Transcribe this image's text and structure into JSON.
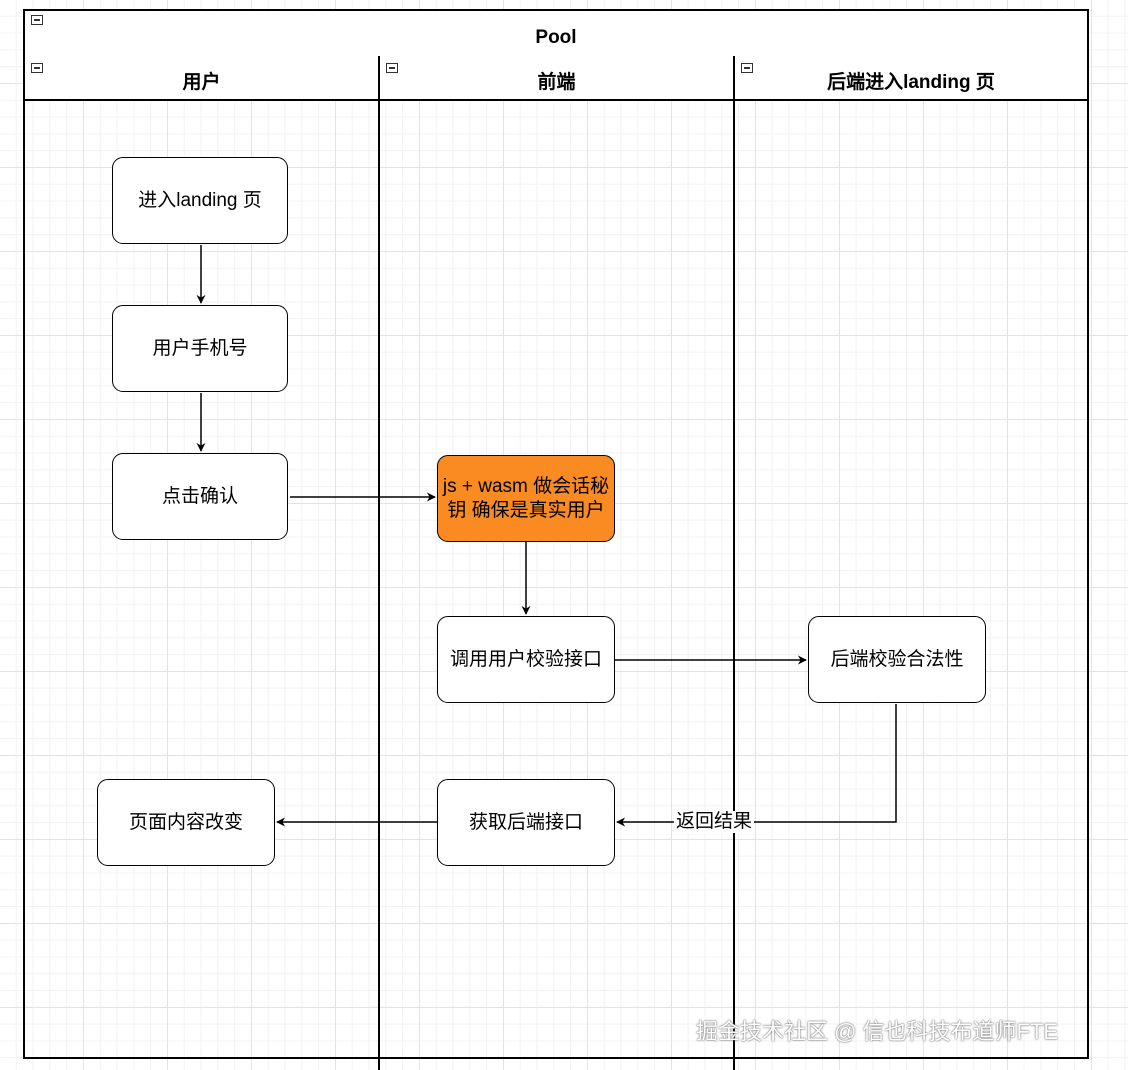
{
  "pool": {
    "title": "Pool"
  },
  "lanes": [
    {
      "id": "user",
      "title": "用户"
    },
    {
      "id": "frontend",
      "title": "前端"
    },
    {
      "id": "backend",
      "title": "后端进入landing 页"
    }
  ],
  "nodes": {
    "enter_landing": "进入landing 页",
    "user_phone": "用户手机号",
    "click_confirm": "点击确认",
    "js_wasm": "js + wasm 做会话秘钥 确保是真实用户",
    "call_verify_api": "调用用户校验接口",
    "backend_verify": "后端校验合法性",
    "fetch_backend_api": "获取后端接口",
    "page_change": "页面内容改变"
  },
  "edge_labels": {
    "return_result": "返回结果"
  },
  "colors": {
    "highlight": "#fa8a22",
    "border": "#000000"
  },
  "icons": [
    "collapse-icon",
    "arrow-head-icon"
  ],
  "watermark": "掘金技术社区 @ 信也科技布道师FTE"
}
